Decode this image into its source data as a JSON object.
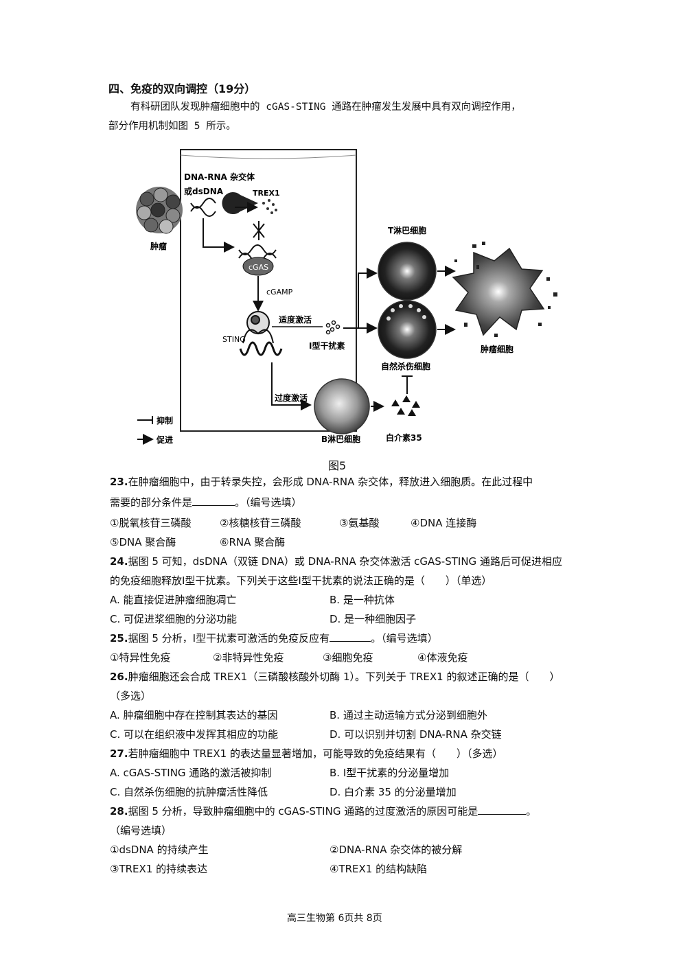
{
  "section": {
    "title": "四、免疫的双向调控（19分）",
    "intro_line1": "有科研团队发现肿瘤细胞中的 cGAS-STING 通路在肿瘤发生发展中具有双向调控作用，",
    "intro_line2": "部分作用机制如图 5 所示。"
  },
  "figure": {
    "caption": "图5",
    "labels": {
      "hybrid_line1": "DNA-RNA 杂交体",
      "hybrid_line2": "或dsDNA",
      "trex1": "TREX1",
      "tumor": "肿瘤",
      "cgas": "cGAS",
      "cgamp": "cGAMP",
      "sting": "STING",
      "moderate": "适度激活",
      "interferon": "Ⅰ型干扰素",
      "t_cell": "T淋巴细胞",
      "nk_cell": "自然杀伤细胞",
      "tumor_cell": "肿瘤细胞",
      "excessive": "过度激活",
      "b_cell": "B淋巴细胞",
      "il35": "白介素35",
      "legend_inhibit": "抑制",
      "legend_promote": "促进"
    }
  },
  "questions": [
    {
      "num": "23.",
      "line1": "在肿瘤细胞中，由于转录失控，会形成 DNA-RNA 杂交体，释放进入细胞质。在此过程中",
      "line2_pre": "需要的部分条件是",
      "line2_post": "。（编号选填）",
      "options_row1": [
        "①脱氧核苷三磷酸",
        "②核糖核苷三磷酸",
        "③氨基酸",
        "④DNA 连接酶"
      ],
      "options_row2": [
        "⑤DNA 聚合酶",
        "⑥RNA 聚合酶"
      ]
    },
    {
      "num": "24.",
      "line1": "据图 5 可知，dsDNA（双链 DNA）或 DNA-RNA 杂交体激活 cGAS-STING 通路后可促进相应",
      "line2": "的免疫细胞释放Ⅰ型干扰素。下列关于这些Ⅰ型干扰素的说法正确的是（　　）（单选）",
      "options": [
        "A. 能直接促进肿瘤细胞凋亡",
        "B. 是一种抗体",
        "C. 可促进浆细胞的分泌功能",
        "D. 是一种细胞因子"
      ]
    },
    {
      "num": "25.",
      "line1_pre": "据图 5 分析，Ⅰ型干扰素可激活的免疫反应有",
      "line1_post": "。（编号选填）",
      "options": [
        "①特异性免疫",
        "②非特异性免疫",
        "③细胞免疫",
        "④体液免疫"
      ]
    },
    {
      "num": "26.",
      "line1": "肿瘤细胞还会合成 TREX1（三磷酸核酸外切酶 1）。下列关于 TREX1 的叙述正确的是（　　）",
      "line2": "（多选）",
      "options": [
        "A. 肿瘤细胞中存在控制其表达的基因",
        "B. 通过主动运输方式分泌到细胞外",
        "C. 可以在组织液中发挥其相应的功能",
        "D. 可以识别并切割 DNA-RNA 杂交链"
      ]
    },
    {
      "num": "27.",
      "line1": "若肿瘤细胞中 TREX1 的表达量显著增加，可能导致的免疫结果有（　　）（多选）",
      "options": [
        "A.  cGAS-STING 通路的激活被抑制",
        "B.  Ⅰ型干扰素的分泌量增加",
        "C.  自然杀伤细胞的抗肿瘤活性降低",
        "D.  白介素 35 的分泌量增加"
      ]
    },
    {
      "num": "28.",
      "line1_pre": "据图 5 分析，导致肿瘤细胞中的 cGAS-STING 通路的过度激活的原因可能是",
      "line1_post": "。",
      "line2": "（编号选填）",
      "options": [
        "①dsDNA 的持续产生",
        "②DNA-RNA 杂交体的被分解",
        "③TREX1 的持续表达",
        "④TREX1 的结构缺陷"
      ]
    }
  ],
  "footer": "高三生物第 6页共 8页"
}
